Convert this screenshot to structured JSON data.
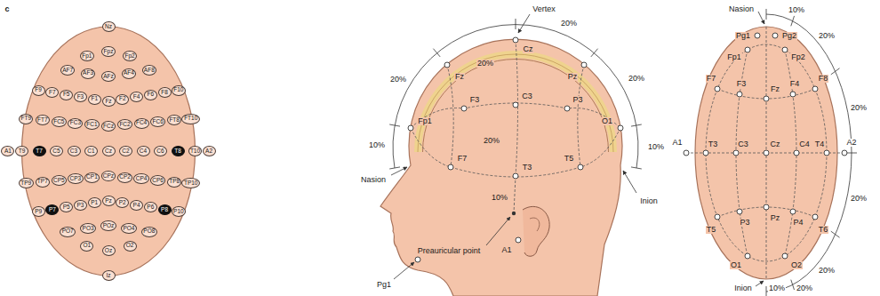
{
  "diagram": {
    "nodes": [
      {
        "text": [
          "Nz"
        ]
      },
      {
        "text": [
          "Fp1"
        ]
      },
      {
        "text": [
          "Fpz"
        ]
      },
      {
        "text": [
          "Fp2"
        ]
      },
      {
        "text": [
          "AF7"
        ]
      },
      {
        "text": [
          "AF3"
        ]
      },
      {
        "text": [
          "AFz"
        ]
      },
      {
        "text": [
          "AF4"
        ]
      },
      {
        "text": [
          "AF8"
        ]
      },
      {
        "text": [
          "F9"
        ]
      },
      {
        "text": [
          "F7"
        ]
      },
      {
        "text": [
          "F5"
        ]
      },
      {
        "text": [
          "F3"
        ]
      },
      {
        "text": [
          "F1"
        ]
      },
      {
        "text": [
          "Fz"
        ]
      },
      {
        "text": [
          "F2"
        ]
      },
      {
        "text": [
          "F4"
        ]
      },
      {
        "text": [
          "F6"
        ]
      },
      {
        "text": [
          "F8"
        ]
      },
      {
        "text": [
          "F10"
        ]
      },
      {
        "text": [
          "FT9"
        ]
      },
      {
        "text": [
          "FT7"
        ]
      },
      {
        "text": [
          "FC5"
        ]
      },
      {
        "text": [
          "FC3"
        ]
      },
      {
        "text": [
          "FC1"
        ]
      },
      {
        "text": [
          "FCz"
        ]
      },
      {
        "text": [
          "FC2"
        ]
      },
      {
        "text": [
          "FC4"
        ]
      },
      {
        "text": [
          "FC6"
        ]
      },
      {
        "text": [
          "FT8"
        ]
      },
      {
        "text": [
          "FT10"
        ]
      },
      {
        "text": [
          "A1"
        ]
      },
      {
        "text": [
          "T9"
        ]
      },
      {
        "text": [
          "T7"
        ]
      },
      {
        "text": [
          "C5"
        ]
      },
      {
        "text": [
          "C3"
        ]
      },
      {
        "text": [
          "C1"
        ]
      },
      {
        "text": [
          "Cz"
        ]
      },
      {
        "text": [
          "C2"
        ]
      },
      {
        "text": [
          "C4"
        ]
      },
      {
        "text": [
          "C6"
        ]
      },
      {
        "text": [
          "T8"
        ]
      },
      {
        "text": [
          "T10"
        ]
      },
      {
        "text": [
          "A2"
        ]
      },
      {
        "text": [
          "TP9"
        ]
      },
      {
        "text": [
          "TP7"
        ]
      },
      {
        "text": [
          "CP5"
        ]
      },
      {
        "text": [
          "CP3"
        ]
      },
      {
        "text": [
          "CP1"
        ]
      },
      {
        "text": [
          "CPz"
        ]
      },
      {
        "text": [
          "CP2"
        ]
      },
      {
        "text": [
          "CP4"
        ]
      },
      {
        "text": [
          "CP6"
        ]
      },
      {
        "text": [
          "TP8"
        ]
      },
      {
        "text": [
          "TP10"
        ]
      },
      {
        "text": [
          "P9"
        ]
      },
      {
        "text": [
          "P7"
        ]
      },
      {
        "text": [
          "P5"
        ]
      },
      {
        "text": [
          "P3"
        ]
      },
      {
        "text": [
          "P1"
        ]
      },
      {
        "text": [
          "Pz"
        ]
      },
      {
        "text": [
          "P2"
        ]
      },
      {
        "text": [
          "P4"
        ]
      },
      {
        "text": [
          "P6"
        ]
      },
      {
        "text": [
          "P8"
        ]
      },
      {
        "text": [
          "P10"
        ]
      },
      {
        "text": [
          "PO7"
        ]
      },
      {
        "text": [
          "PO3"
        ]
      },
      {
        "text": [
          "POz"
        ]
      },
      {
        "text": [
          "PO4"
        ]
      },
      {
        "text": [
          "PO8"
        ]
      },
      {
        "text": [
          "O1"
        ]
      },
      {
        "text": [
          "Oz"
        ]
      },
      {
        "text": [
          "O2"
        ]
      },
      {
        "text": [
          "Iz"
        ]
      }
    ],
    "labels": [
      "c",
      "20%",
      "Vertex",
      "20%",
      "Fz",
      "20%",
      "Cz",
      "Pz",
      "20%",
      "Fp1",
      "F3",
      "C3",
      "P3",
      "F7",
      "20%",
      "T3",
      "T5",
      "O1",
      "10%",
      "Nasion",
      "10%",
      "Preauricular point",
      "A1",
      "Inion",
      "10%",
      "Pg1",
      "Nasion",
      "Pg1",
      "Pg2",
      "10%",
      "Fp1",
      "Fp2",
      "20%",
      "F7",
      "F3",
      "Fz",
      "F4",
      "F8",
      "20%",
      "A1",
      "T3",
      "C3",
      "Cz",
      "C4",
      "T4",
      "A2",
      "20%",
      "T5",
      "P3",
      "Pz",
      "P4",
      "T6",
      "20%",
      "O1",
      "O2",
      "20%",
      "Inion",
      "10%"
    ]
  }
}
